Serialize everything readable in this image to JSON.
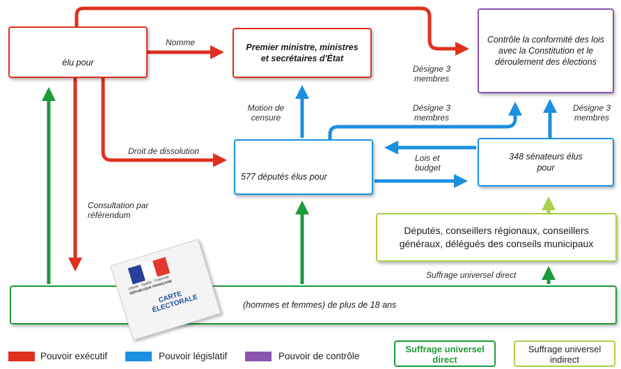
{
  "boxes": {
    "president": "élu pour",
    "gouvernement": "Premier ministre, ministres et secrétaires d'État",
    "conseil": "Contrôle la conformité des lois avec la Constitution et le déroulement des élections",
    "assemblee": "577 députés élus pour",
    "senat": "348 sénateurs élus pour",
    "grands_electeurs": "Députés, conseillers régionaux, conseillers généraux, délégués des conseils municipaux",
    "peuple": "(hommes et femmes) de plus de 18 ans"
  },
  "labels": {
    "nomme": "Nomme",
    "designe_pres": "Désigne 3 membres",
    "motion": "Motion de censure",
    "designe_an": "Désigne 3 membres",
    "designe_senat": "Désigne 3 membres",
    "dissolution": "Droit de dissolution",
    "lois": "Lois et budget",
    "consultation": "Consultation par référendum",
    "suffrage_direct": "Suffrage universel direct"
  },
  "card": {
    "title": "CARTE ÉLECTORALE",
    "line1": "Liberté · Égalité · Fraternité",
    "line2": "RÉPUBLIQUE FRANÇAISE"
  },
  "legend": {
    "executif": "Pouvoir exécutif",
    "legislatif": "Pouvoir législatif",
    "controle": "Pouvoir de contrôle",
    "direct": "Suffrage universel direct",
    "indirect": "Suffrage universel indirect"
  },
  "colors": {
    "executif": "#e0301e",
    "legislatif": "#1c8fe0",
    "controle": "#8a56b0",
    "direct": "#1c9a3a",
    "indirect": "#a8d04a"
  }
}
